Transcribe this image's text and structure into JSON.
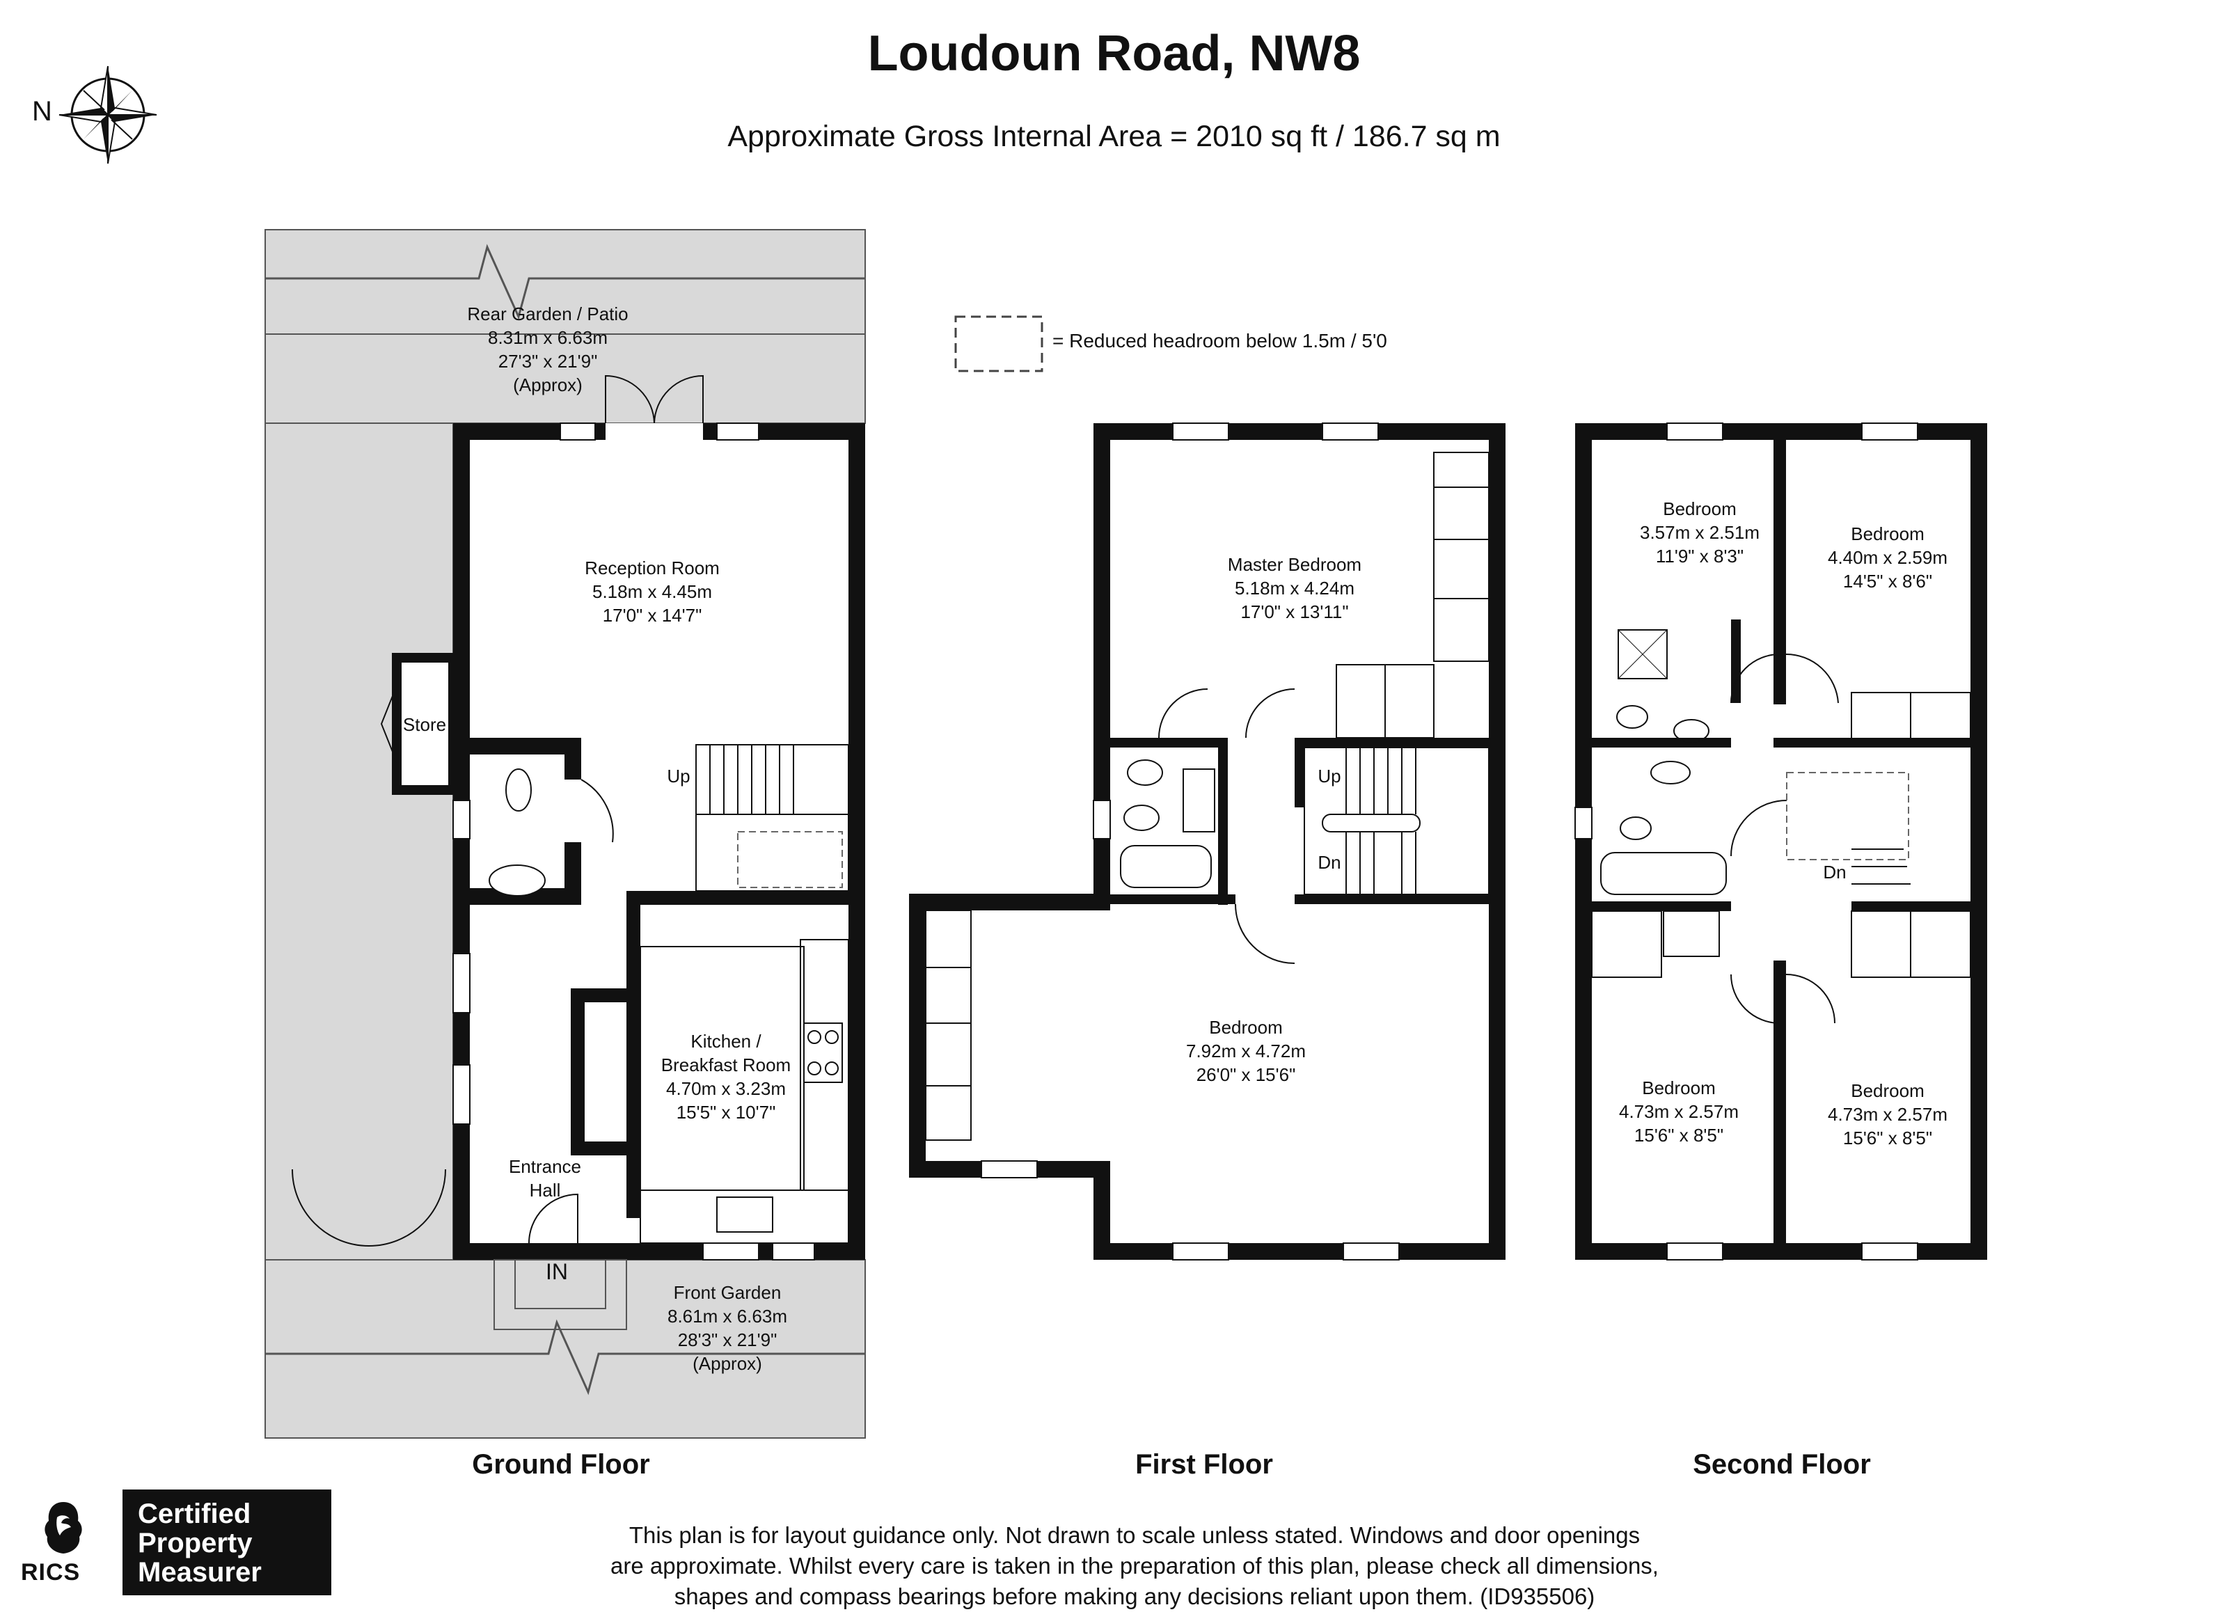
{
  "title": "Loudoun Road, NW8",
  "subtitle": "Approximate Gross Internal Area = 2010 sq ft / 186.7 sq m",
  "compass": {
    "label": "N",
    "icon": "compass-rose-icon"
  },
  "legend": {
    "text": "= Reduced headroom below 1.5m / 5'0"
  },
  "floors": {
    "ground": {
      "label": "Ground Floor",
      "rear_garden": {
        "name": "Rear Garden / Patio",
        "metric": "8.31m x 6.63m",
        "imperial": "27'3\" x 21'9\"",
        "note": "(Approx)"
      },
      "reception": {
        "name": "Reception Room",
        "metric": "5.18m x 4.45m",
        "imperial": "17'0\" x 14'7\""
      },
      "store": {
        "name": "Store"
      },
      "stairs_up": "Up",
      "kitchen": {
        "name_line1": "Kitchen /",
        "name_line2": "Breakfast Room",
        "metric": "4.70m x 3.23m",
        "imperial": "15'5\" x 10'7\""
      },
      "entrance": {
        "name_line1": "Entrance",
        "name_line2": "Hall"
      },
      "in_label": "IN",
      "front_garden": {
        "name": "Front Garden",
        "metric": "8.61m x 6.63m",
        "imperial": "28'3\" x 21'9\"",
        "note": "(Approx)"
      }
    },
    "first": {
      "label": "First Floor",
      "master": {
        "name": "Master Bedroom",
        "metric": "5.18m x 4.24m",
        "imperial": "17'0\" x 13'11\""
      },
      "stairs_up": "Up",
      "stairs_down": "Dn",
      "bedroom": {
        "name": "Bedroom",
        "metric": "7.92m x 4.72m",
        "imperial": "26'0\" x 15'6\""
      }
    },
    "second": {
      "label": "Second Floor",
      "bed1": {
        "name": "Bedroom",
        "metric": "3.57m x 2.51m",
        "imperial": "11'9\" x 8'3\""
      },
      "bed2": {
        "name": "Bedroom",
        "metric": "4.40m x 2.59m",
        "imperial": "14'5\" x 8'6\""
      },
      "stairs_down": "Dn",
      "bed3": {
        "name": "Bedroom",
        "metric": "4.73m x 2.57m",
        "imperial": "15'6\" x 8'5\""
      },
      "bed4": {
        "name": "Bedroom",
        "metric": "4.73m x 2.57m",
        "imperial": "15'6\" x 8'5\""
      }
    }
  },
  "disclaimer": {
    "line1": "This plan is for layout guidance only. Not drawn to scale unless stated. Windows and door openings",
    "line2": "are approximate. Whilst every care is taken in the preparation of this plan, please check all dimensions,",
    "line3": "shapes and compass bearings before making any decisions reliant upon them. (ID935506)"
  },
  "rics": {
    "text": "RICS",
    "icon": "rics-lion-logo-icon"
  },
  "certified": {
    "line1": "Certified",
    "line2": "Property",
    "line3": "Measurer"
  },
  "colors": {
    "wall": "#111111",
    "garden": "#d9d9d9",
    "background": "#ffffff"
  }
}
